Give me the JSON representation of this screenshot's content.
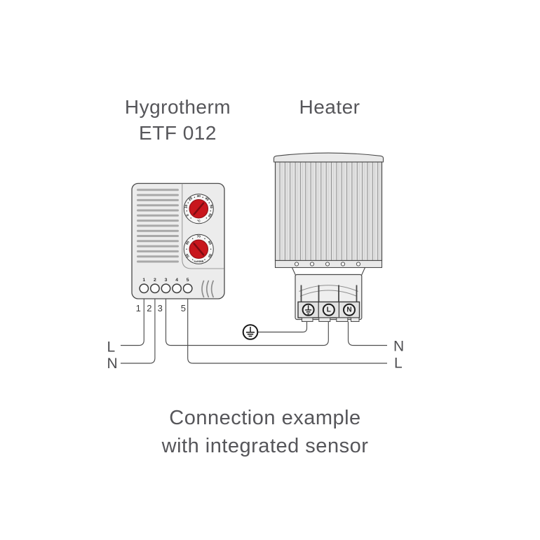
{
  "titles": {
    "hygrotherm_line1": "Hygrotherm",
    "hygrotherm_line2": "ETF 012",
    "heater": "Heater"
  },
  "caption": {
    "line1": "Connection example",
    "line2": "with integrated sensor"
  },
  "hygrotherm": {
    "terminal_labels": [
      "1",
      "2",
      "3",
      "4",
      "5"
    ],
    "wire_labels": [
      "1",
      "2",
      "3",
      "5"
    ],
    "temperature_dial": {
      "scale": [
        "0",
        "10",
        "20",
        "30",
        "40",
        "50",
        "60"
      ],
      "unit": "°C"
    },
    "humidity_dial": {
      "scale": [
        "50",
        "60",
        "70",
        "80",
        "90"
      ],
      "unit": "%rH/HR"
    }
  },
  "heater": {
    "terminals": [
      {
        "symbol": "earth"
      },
      {
        "symbol": "L"
      },
      {
        "symbol": "N"
      }
    ]
  },
  "wiring": {
    "left_line": "L",
    "left_neutral": "N",
    "right_neutral": "N",
    "right_line": "L"
  },
  "colors": {
    "knob_red": "#c8161d",
    "knob_edge": "#941016",
    "pointer_dark_red": "#7c0c12",
    "text_gray": "#56565a",
    "outline_dark": "#4a4a4a"
  }
}
